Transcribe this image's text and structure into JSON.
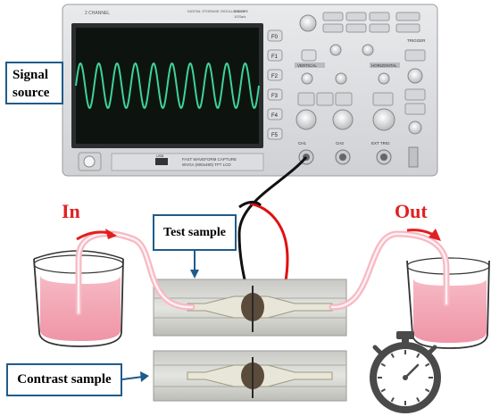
{
  "labels": {
    "signal_source": [
      "Signal",
      "source"
    ],
    "test_sample": "Test sample",
    "contrast_sample": "Contrast sample",
    "in": "In",
    "out": "Out"
  },
  "oscilloscope": {
    "brand_line": "2 CHANNEL",
    "model_line": "DIGITAL STORAGE OSCILLOSCOPE",
    "bandwidth": "60MHz",
    "sample_rate": "1GSa/s",
    "function_keys": [
      "F1",
      "F2",
      "F3",
      "F4",
      "F5"
    ],
    "menu_key": "F0",
    "capture_line1": "FAST WAVEFORM CAPTURE",
    "capture_line2": "WVGA (800x480) TFT LCD",
    "usb_label": "USB",
    "section_labels": [
      "VERTICAL",
      "HORIZONTAL",
      "TRIGGER"
    ],
    "input_labels": [
      "CH1",
      "CH2",
      "EXT TRIG"
    ]
  },
  "colors": {
    "label_border": "#1f5b8a",
    "wave": "#3fd29a",
    "screen": "#0d140f",
    "liquid": "#f3a7b4",
    "arrow_red": "#e02020",
    "probe_red": "#e01010",
    "probe_black": "#111111"
  }
}
